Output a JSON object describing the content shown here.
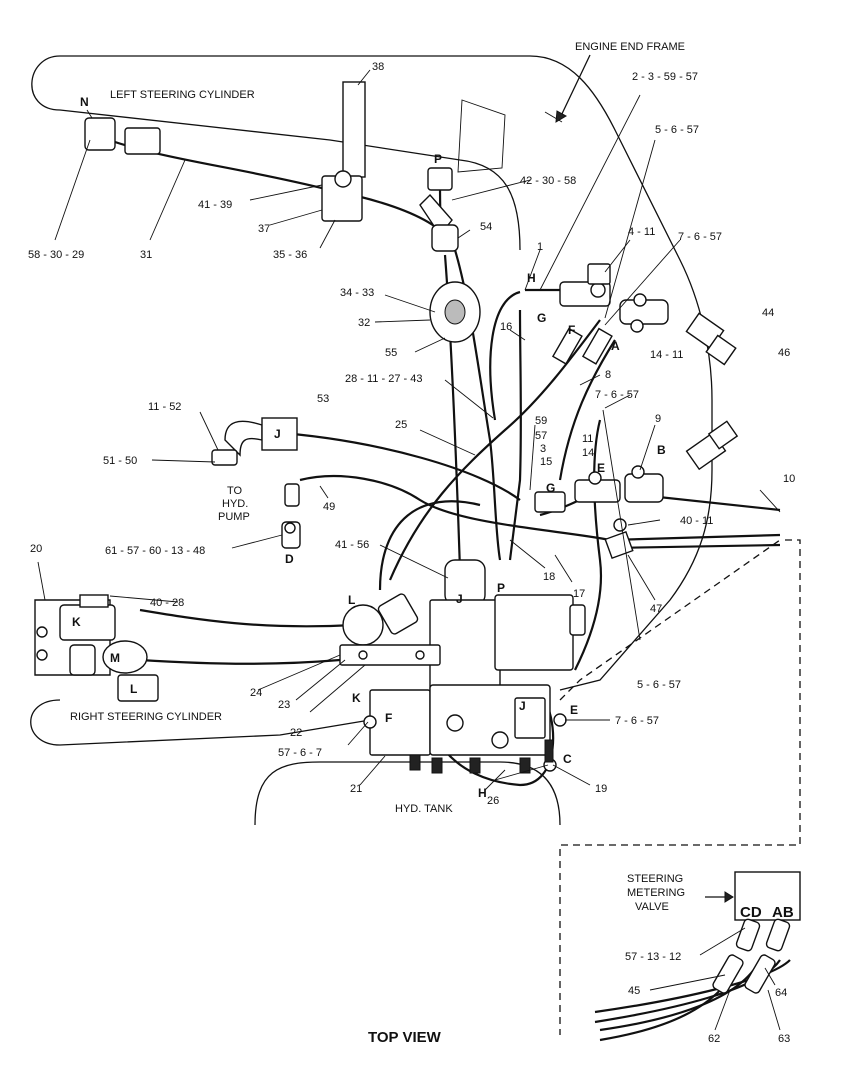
{
  "captions": {
    "engine_end_frame": "ENGINE END FRAME",
    "left_steering_cylinder": "LEFT STEERING CYLINDER",
    "right_steering_cylinder": "RIGHT STEERING CYLINDER",
    "hyd_tank": "HYD. TANK",
    "to_hyd_pump_1": "TO",
    "to_hyd_pump_2": "HYD.",
    "to_hyd_pump_3": "PUMP",
    "steering_metering_valve_1": "STEERING",
    "steering_metering_valve_2": "METERING",
    "steering_metering_valve_3": "VALVE",
    "ports_cd": "CD",
    "ports_ab": "AB",
    "top_view": "TOP VIEW"
  },
  "callouts": {
    "c38": "38",
    "c2_3_59_57": "2 - 3 - 59 - 57",
    "c5_6_57_top": "5 - 6 - 57",
    "c42_30_58": "42 - 30 - 58",
    "c41_39": "41 - 39",
    "c37": "37",
    "c35_36": "35 - 36",
    "c54": "54",
    "c58_30_29": "58 - 30 - 29",
    "c31": "31",
    "c4_11": "4 - 11",
    "c7_6_57_top": "7 - 6 - 57",
    "c1": "1",
    "c34_33": "34 - 33",
    "c32": "32",
    "c16": "16",
    "c44": "44",
    "c46": "46",
    "c14_11": "14 - 11",
    "c55": "55",
    "c28_11_27_43": "28 - 11 - 27 - 43",
    "c8": "8",
    "c7_6_57_mid": "7 - 6 - 57",
    "c11_52": "11 - 52",
    "c53": "53",
    "c25": "25",
    "c59": "59",
    "c57": "57",
    "c3": "3",
    "c9": "9",
    "c11": "11",
    "c14": "14",
    "c15": "15",
    "c51_50": "51 - 50",
    "c10": "10",
    "c49": "49",
    "c40_11": "40 - 11",
    "c61_57_60_13_48": "61 - 57 - 60 - 13 - 48",
    "c41_56": "41 - 56",
    "c20": "20",
    "c18": "18",
    "c17": "17",
    "c47": "47",
    "c40_28": "40 - 28",
    "c5_6_57_low": "5 - 6 - 57",
    "c24": "24",
    "c23": "23",
    "c22": "22",
    "c7_6_57_low": "7 - 6 - 57",
    "c57_6_7": "57 - 6 - 7",
    "c21": "21",
    "c26": "26",
    "c19": "19",
    "c57_13_12": "57 - 13 - 12",
    "c45": "45",
    "c64": "64",
    "c62": "62",
    "c63": "63"
  },
  "letters": {
    "N": "N",
    "P_top": "P",
    "H_top": "H",
    "G_top": "G",
    "F_top": "F",
    "A": "A",
    "J_pump": "J",
    "D": "D",
    "B": "B",
    "E_mid": "E",
    "G_mid": "G",
    "L_valve": "L",
    "J_valve": "J",
    "P_valve": "P",
    "K_left": "K",
    "M": "M",
    "L_left": "L",
    "K_low": "K",
    "F_low": "F",
    "J_low": "J",
    "E_low": "E",
    "C": "C",
    "H_low": "H"
  }
}
